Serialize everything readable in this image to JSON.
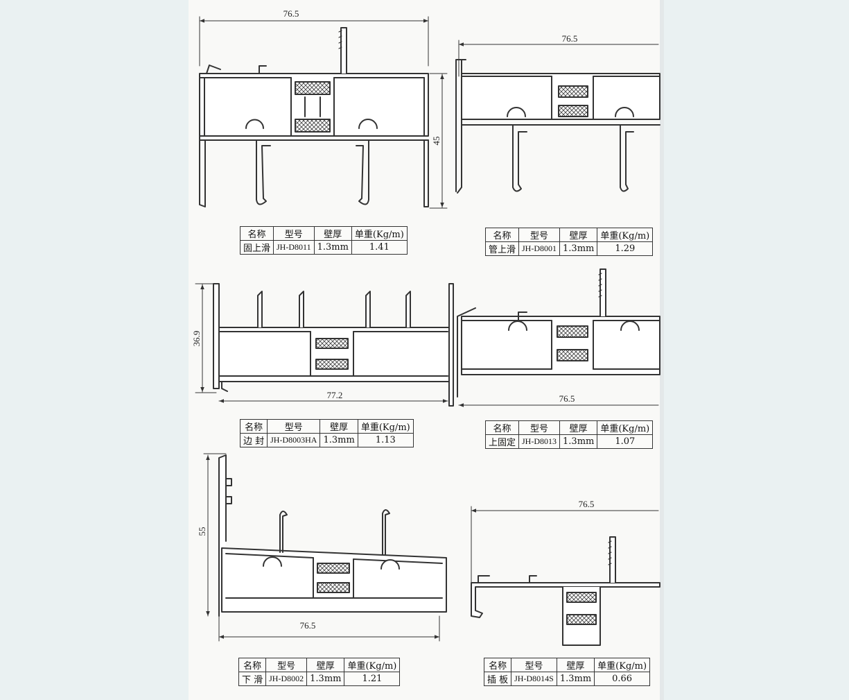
{
  "table_headers": {
    "name": "名称",
    "model": "型号",
    "thickness": "壁厚",
    "weight": "单重(Kg/m)"
  },
  "profiles": [
    {
      "name": "固上滑",
      "model": "JH-D8011",
      "thickness": "1.3mm",
      "weight": "1.41",
      "dim_width": "76.5",
      "dim_height": "45"
    },
    {
      "name": "管上滑",
      "model": "JH-D8001",
      "thickness": "1.3mm",
      "weight": "1.29",
      "dim_width": "76.5"
    },
    {
      "name": "边  封",
      "model": "JH-D8003HA",
      "thickness": "1.3mm",
      "weight": "1.13",
      "dim_width": "77.2",
      "dim_height": "36.9"
    },
    {
      "name": "上固定",
      "model": "JH-D8013",
      "thickness": "1.3mm",
      "weight": "1.07",
      "dim_width": "76.5"
    },
    {
      "name": "下  滑",
      "model": "JH-D8002",
      "thickness": "1.3mm",
      "weight": "1.21",
      "dim_width": "76.5",
      "dim_height": "55"
    },
    {
      "name": "插  板",
      "model": "JH-D8014S",
      "thickness": "1.3mm",
      "weight": "0.66",
      "dim_width": "76.5"
    }
  ],
  "colors": {
    "page": "#f9f9f7",
    "background": "#eaf1f2",
    "line": "#333333",
    "profile_fill": "#ffffff"
  }
}
